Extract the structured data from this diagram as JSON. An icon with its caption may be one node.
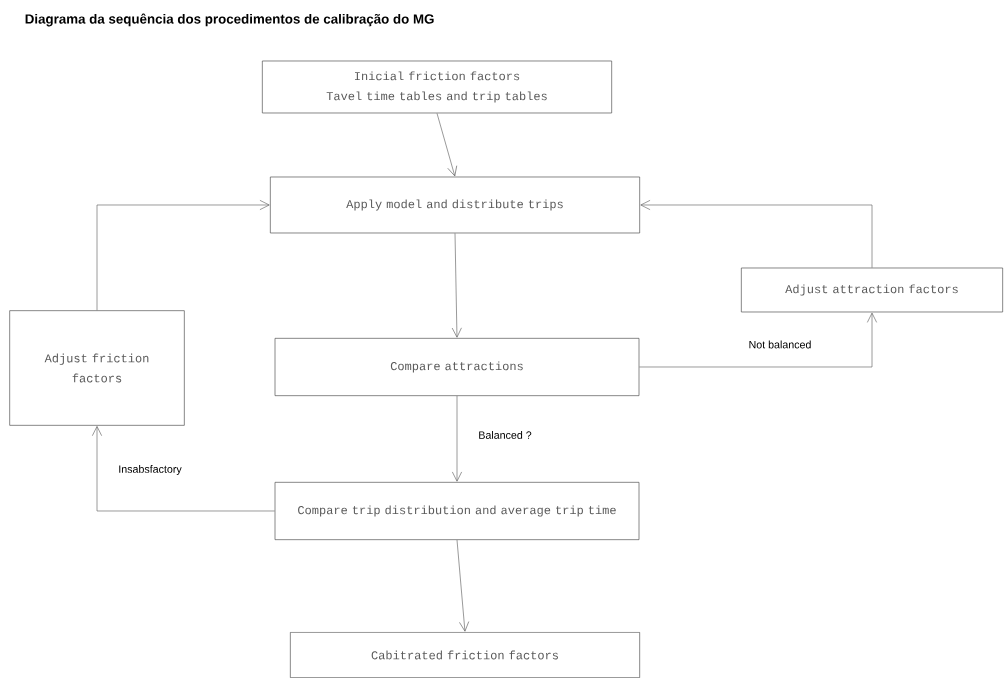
{
  "diagram": {
    "title": "Diagrama da sequência dos procedimentos de calibração do MG",
    "nodes": [
      {
        "text": [
          "Inicial friction factors",
          "Tavel time tables and trip tables"
        ]
      },
      {
        "text": [
          "Apply model and distribute trips"
        ]
      },
      {
        "text": [
          "Adjust attraction factors"
        ]
      },
      {
        "text": [
          "Compare attractions"
        ]
      },
      {
        "text": [
          "Adjust friction factors"
        ]
      },
      {
        "text": [
          "Compare trip distribution and average trip time"
        ]
      },
      {
        "text": [
          "Cabitrated friction factors"
        ]
      }
    ],
    "edges": [
      {
        "from": 0,
        "to": 1,
        "arrow": "to"
      },
      {
        "from": 1,
        "to": 3,
        "arrow": "to"
      },
      {
        "from": 3,
        "to": 2,
        "arrow": "to",
        "label": "Not balanced"
      },
      {
        "from": 2,
        "to": 1,
        "arrow": "to"
      },
      {
        "from": 3,
        "to": 5,
        "arrow": "to",
        "label": "Balanced ?"
      },
      {
        "from": 5,
        "to": 4,
        "arrow": "to",
        "label": "Insabsfactory"
      },
      {
        "from": 4,
        "to": 1,
        "arrow": "to"
      },
      {
        "from": 5,
        "to": 6,
        "arrow": "to"
      }
    ]
  }
}
